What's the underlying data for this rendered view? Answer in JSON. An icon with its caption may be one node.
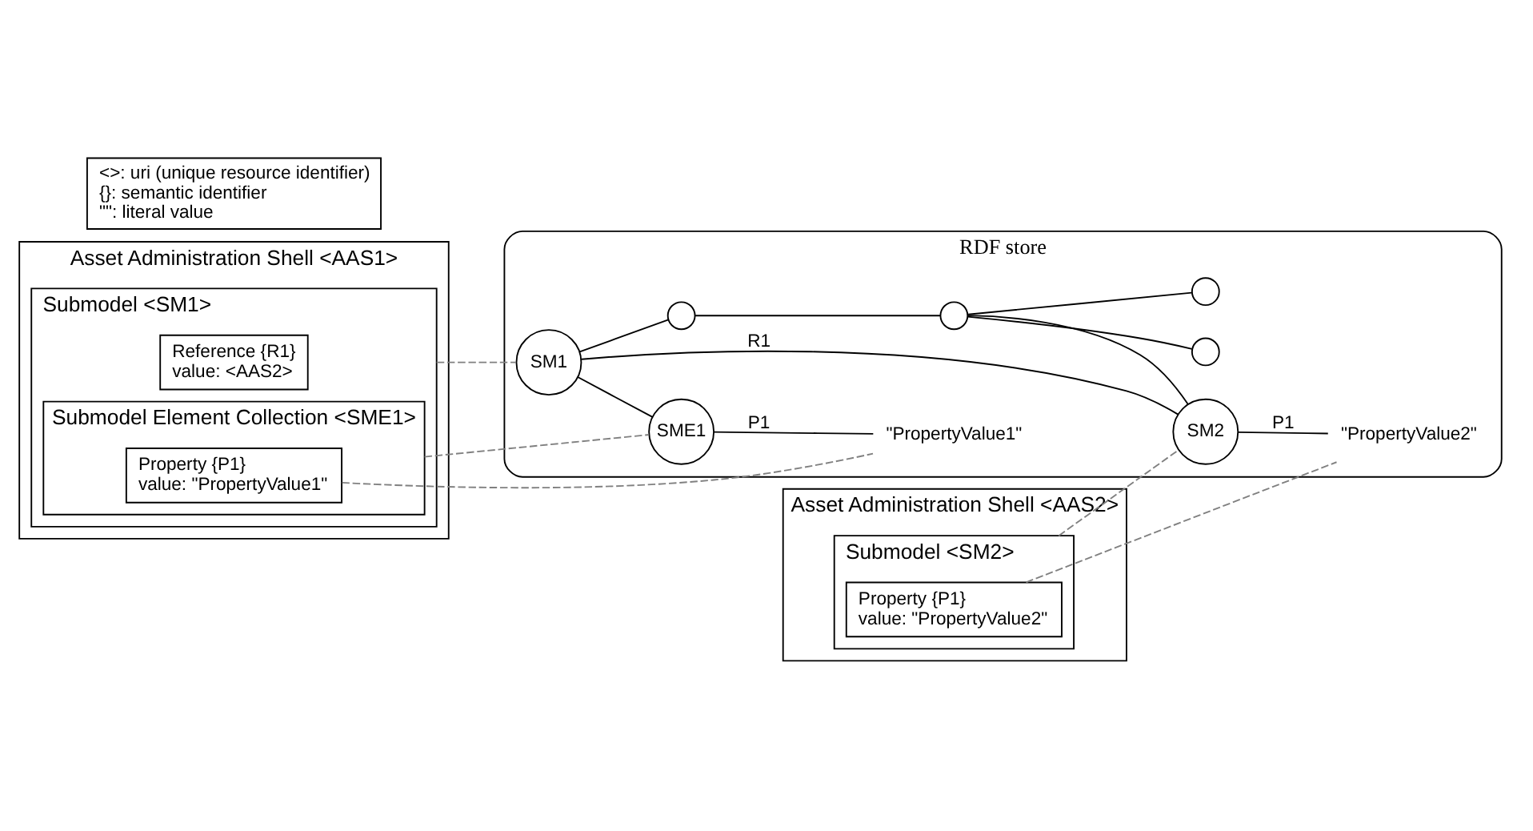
{
  "diagram": {
    "nodes": [
      {
        "text": [
          "Asset Administration Shell <AAS1>"
        ]
      },
      {
        "text": [
          "Submodel <SM1>"
        ],
        "in": 0
      },
      {
        "text": [
          "Reference {R1}",
          "value: <AAS2>"
        ],
        "in": 1
      },
      {
        "text": [
          "Submodel Element Collection <SME1>"
        ],
        "in": 1
      },
      {
        "text": [
          "Property {P1}",
          "value: \"PropertyValue1\""
        ],
        "in": 3
      },
      {
        "text": [
          "Asset Administration Shell <AAS2>"
        ]
      },
      {
        "text": [
          "Submodel <SM2>"
        ],
        "in": 5
      },
      {
        "text": [
          "Property {P1}",
          "value: \"PropertyValue2\""
        ],
        "in": 6
      },
      {
        "text": [
          "RDF store"
        ]
      },
      {
        "text": [
          "SM1"
        ],
        "in": 8
      },
      {
        "text": [
          "SME1"
        ],
        "in": 8
      },
      {
        "text": [
          "\"PropertyValue1\""
        ],
        "in": 8
      },
      {
        "text": [],
        "shape": "circle",
        "in": 8
      },
      {
        "text": [],
        "shape": "circle",
        "in": 8
      },
      {
        "text": [],
        "shape": "circle",
        "in": 8
      },
      {
        "text": [],
        "shape": "circle",
        "in": 8
      },
      {
        "text": [
          "SM2"
        ],
        "in": 8
      },
      {
        "text": [
          "\"PropertyValue2\""
        ],
        "in": 8
      },
      {
        "text": [
          "<>: uri (unique resource identifier)",
          "{}: semantic identifier",
          "\"\": literal value"
        ]
      }
    ],
    "edges": [
      {
        "from": 1,
        "to": 9,
        "arrow": "none",
        "style": "dashed",
        "color": "#808080"
      },
      {
        "from": 3,
        "to": 10,
        "arrow": "none",
        "style": "dashed",
        "color": "#808080"
      },
      {
        "from": 4,
        "to": 11,
        "arrow": "none",
        "style": "dashed",
        "color": "#808080"
      },
      {
        "from": 6,
        "to": 16,
        "arrow": "none",
        "style": "dashed",
        "color": "#808080"
      },
      {
        "from": 7,
        "to": 17,
        "arrow": "none",
        "style": "dashed",
        "color": "#808080"
      },
      {
        "from": 9,
        "to": 10,
        "arrow": "none"
      },
      {
        "from": 10,
        "to": 11,
        "arrow": "none",
        "label": "P1"
      },
      {
        "from": 9,
        "to": 16,
        "arrow": "none",
        "label": "R1"
      },
      {
        "from": 9,
        "to": 12,
        "arrow": "none"
      },
      {
        "from": 12,
        "to": 13,
        "arrow": "none"
      },
      {
        "from": 13,
        "to": 14,
        "arrow": "none"
      },
      {
        "from": 13,
        "to": 15,
        "arrow": "none"
      },
      {
        "from": 13,
        "to": 16,
        "arrow": "none"
      },
      {
        "from": 16,
        "to": 17,
        "arrow": "none",
        "label": "P1"
      }
    ]
  }
}
